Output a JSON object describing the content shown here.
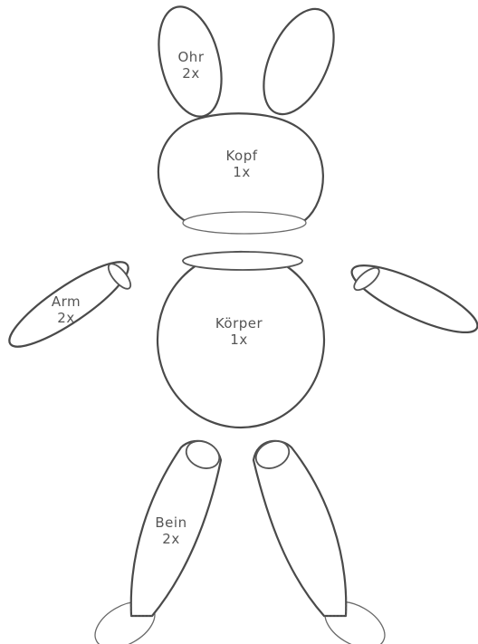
{
  "parts": {
    "ear": {
      "name": "Ohr",
      "count": "2x"
    },
    "head": {
      "name": "Kopf",
      "count": "1x"
    },
    "arm": {
      "name": "Arm",
      "count": "2x"
    },
    "body": {
      "name": "Körper",
      "count": "1x"
    },
    "leg": {
      "name": "Bein",
      "count": "2x"
    }
  }
}
